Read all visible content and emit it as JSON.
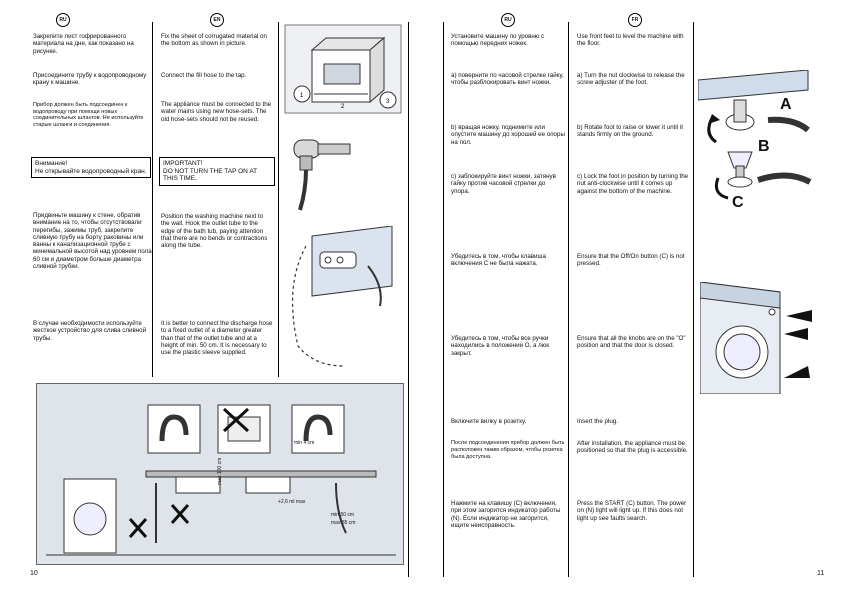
{
  "left_page": {
    "lang_ru": "RU",
    "lang_en": "EN",
    "ru_col": [
      "Закрепите лист гофрированного материала на дне, как показано на рисунке.",
      "Присоедините трубу к водопроводному крану к машине.",
      "Прибор должен быть подсоединен к водопроводу при помощи новых соединительных шлангов. Не используйте старые шланги и соединения.",
      "Придвиньте машину к стене, обратив внимание на то, чтобы отсутствовали перегибы, зажимы труб, закрепите сливную трубу на борту раковины или ванны к канализационной трубе с минимальной высотой над уровнем пола 60 см и диаметром больше диаметра сливной трубки.",
      "В случае необходимости используйте жесткое устройство для слива сливной трубы."
    ],
    "ru_warning": "Внимание!\nНе открывайте водопроводный кран.",
    "en_col": [
      "Fix the sheet of corrugated material on the bottom as shown in picture.",
      "Connect the fill hose to the tap.",
      "The appliance must be connected to the water mains using new hose-sets. The old hose-sets should not be reused.",
      "Position the washing machine next to the wall. Hook the outlet tube to the edge of the bath tub, paying attention that there are no bends or contractions along the tube.",
      "It is better to connect the discharge hose to a fixed outlet of a diameter greater than that of the outlet tube and at a height of min. 50 cm. It is necessary to use the plastic sleeve supplied."
    ],
    "en_warning": "IMPORTANT!\nDO NOT TURN THE TAP ON AT THIS TIME.",
    "bottom_labels": {
      "max100": "max 100 cm",
      "min4": "min 4 cm",
      "max26": "+2,6 ml max",
      "min50": "min 50 cm",
      "max85": "max 85 cm"
    },
    "page_number": "10"
  },
  "right_page": {
    "lang_ru": "RU",
    "lang_fr": "FR",
    "ru_col": [
      "Установите машину по уровню с помощью передних ножек.",
      "a) поверните по часовой стрелке гайку, чтобы разблокировать винт ножки.",
      "b) вращая ножку, поднимите или опустите машину до хорошей ее опоры на пол.",
      "c) заблокируйте винт ножки, затянув гайку против часовой стрелки до упора.",
      "Убедитесь в том, чтобы клавиша включения C не была нажата.",
      "Убедитесь в том, чтобы все ручки находились в положении O, а люк закрыт.",
      "Включите вилку в розетку.",
      "После подсоединения прибор должен быть расположен таким образом, чтобы розетка была доступна.",
      "Нажмите на клавишу (С) включения, при этом загорится индикатор работы (N). Если индикатор не загорится, ищите неисправность."
    ],
    "en_col": [
      "Use front feet to level the machine with the floor.",
      "a) Turn the nut clockwise to release the screw adjuster of the foot.",
      "b) Rotate foot to raise or lower it until it stands firmly on the ground.",
      "c) Lock the foot in position by turning the nut anti-clockwise until it comes up against the bottom of the machine.",
      "Ensure that the Off/On button (C) is not pressed.",
      "Ensure that all the knobs are on the \"O\" position and that the door is closed.",
      "Insert the plug.",
      "After installation, the appliance must be positioned so that the plug is accessible.",
      "Press the START (C) button. The power on (N) light will light up. If this does not light up see faults search."
    ],
    "letters": {
      "a": "A",
      "b": "B",
      "c": "C"
    },
    "page_number": "11"
  }
}
